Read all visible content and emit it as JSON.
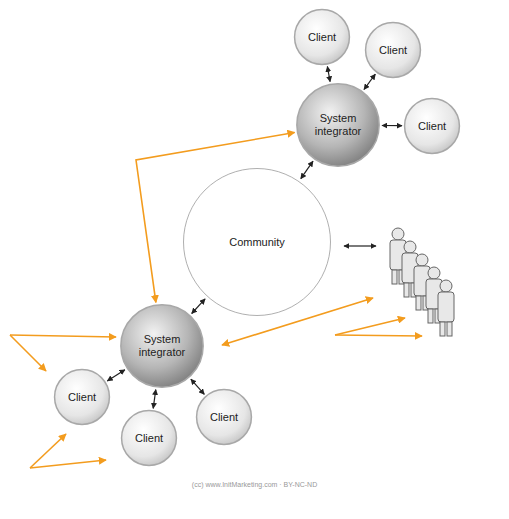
{
  "diagram": {
    "nodes": [
      {
        "text": [
          "Client"
        ]
      },
      {
        "text": [
          "Client"
        ]
      },
      {
        "text": [
          "System integrator"
        ]
      },
      {
        "text": [
          "Client"
        ]
      },
      {
        "text": [
          "Community"
        ]
      },
      {
        "text": [
          "System integrator"
        ]
      },
      {
        "text": [
          "Client"
        ]
      },
      {
        "text": [
          "Client"
        ]
      },
      {
        "text": [
          "Client"
        ]
      }
    ],
    "edges": [
      {
        "from": 0,
        "to": 2,
        "arrow": "both"
      },
      {
        "from": 1,
        "to": 2,
        "arrow": "both"
      },
      {
        "from": 3,
        "to": 2,
        "arrow": "both"
      },
      {
        "from": 2,
        "to": 4,
        "arrow": "both"
      },
      {
        "from": 4,
        "to": 5,
        "arrow": "both"
      },
      {
        "from": 5,
        "to": 6,
        "arrow": "both"
      },
      {
        "from": 5,
        "to": 7,
        "arrow": "both"
      },
      {
        "from": 5,
        "to": 8,
        "arrow": "both"
      },
      {
        "from": 5,
        "to": 2,
        "arrow": "both"
      }
    ],
    "labels": [
      "(cc) www.InitMarketing.com · BY-NC-ND"
    ]
  }
}
